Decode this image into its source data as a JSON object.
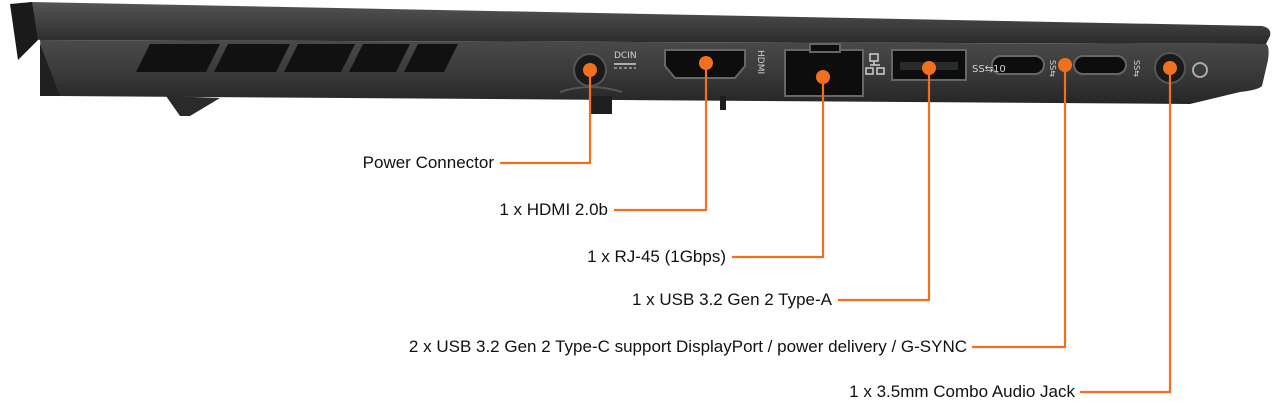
{
  "colors": {
    "accent": "#f07020",
    "body": "#3c3c3c",
    "body_dark": "#1e1e1e",
    "background": "#ffffff"
  },
  "port_markings": {
    "dcin": "DCIN",
    "hdmi": "HDMI",
    "usb_a": "SS⇆10",
    "usb_c": "SS⇆"
  },
  "callouts": [
    {
      "id": "power",
      "label": "Power Connector"
    },
    {
      "id": "hdmi",
      "label": "1 x HDMI 2.0b"
    },
    {
      "id": "rj45",
      "label": "1 x RJ-45 (1Gbps)"
    },
    {
      "id": "usb-a",
      "label": "1 x USB 3.2 Gen 2 Type-A"
    },
    {
      "id": "usb-c",
      "label": "2 x USB 3.2 Gen 2 Type-C support DisplayPort / power delivery / G-SYNC"
    },
    {
      "id": "audio",
      "label": "1 x 3.5mm Combo Audio Jack"
    }
  ]
}
